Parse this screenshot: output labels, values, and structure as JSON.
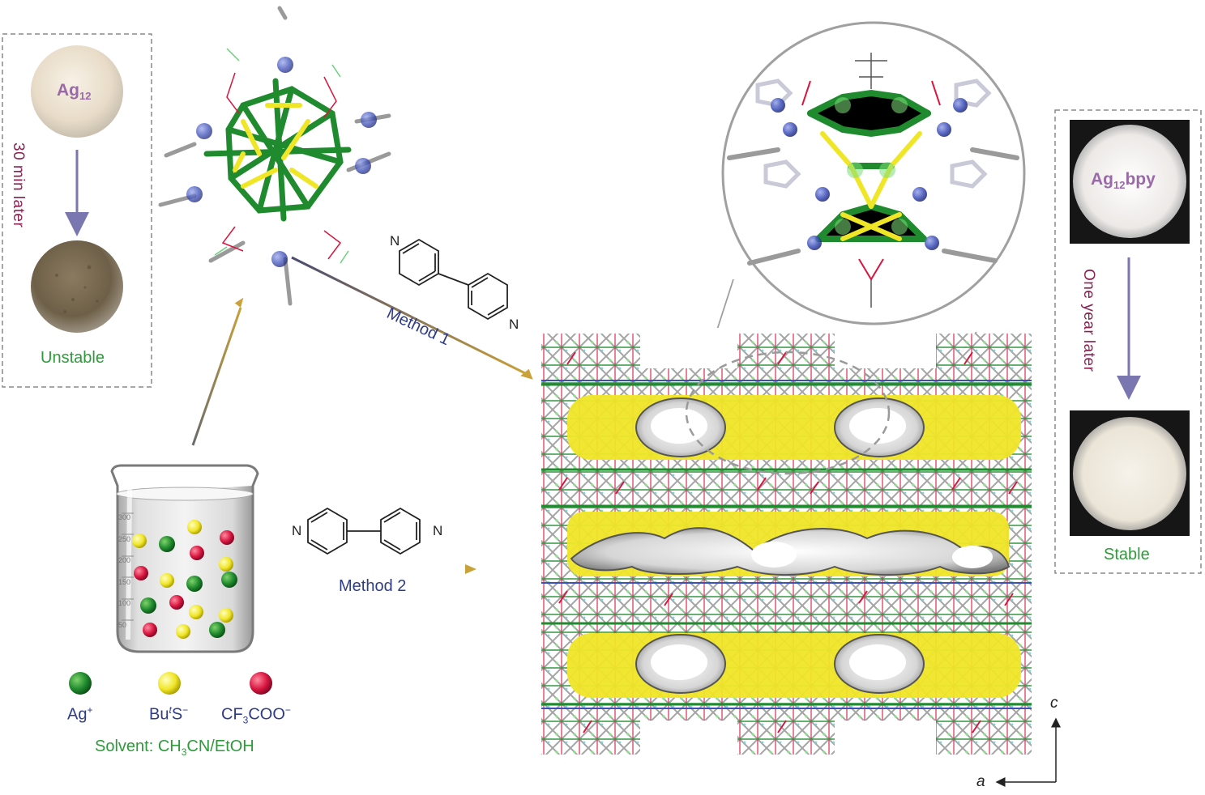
{
  "left_panel": {
    "top_sample_label": "Ag",
    "top_sample_sub": "12",
    "time_label": "30 min later",
    "status": "Unstable"
  },
  "right_panel": {
    "top_sample_label": "Ag",
    "top_sample_sub": "12",
    "top_sample_suffix": "bpy",
    "time_label": "One year later",
    "status": "Stable"
  },
  "methods": {
    "method1": "Method 1",
    "method2": "Method 2"
  },
  "legend": {
    "ag": {
      "text": "Ag",
      "sup": "+",
      "color": "#1f8a2e"
    },
    "thiolate": {
      "pre": "Bu",
      "italic": "t",
      "post": "S",
      "sup": "−",
      "color": "#f0e628"
    },
    "cf3coo": {
      "pre": "CF",
      "sub": "3",
      "post": "COO",
      "sup": "−",
      "color": "#d8163f"
    },
    "solvent": {
      "pre": "Solvent: CH",
      "sub": "3",
      "post": "CN/EtOH"
    }
  },
  "axes": {
    "a": "a",
    "c": "c"
  },
  "bipyridine_atoms": {
    "n": "N"
  },
  "beaker_scale": [
    "300",
    "250",
    "200",
    "150",
    "100",
    "50"
  ],
  "colors": {
    "arrow_gold": "#c9a23a",
    "arrow_purple": "#7a76b0",
    "silver": "#1f8a2e",
    "sulfur": "#f0e628",
    "nitrogen": "#3d4fb8",
    "oxygen": "#d8163f"
  }
}
